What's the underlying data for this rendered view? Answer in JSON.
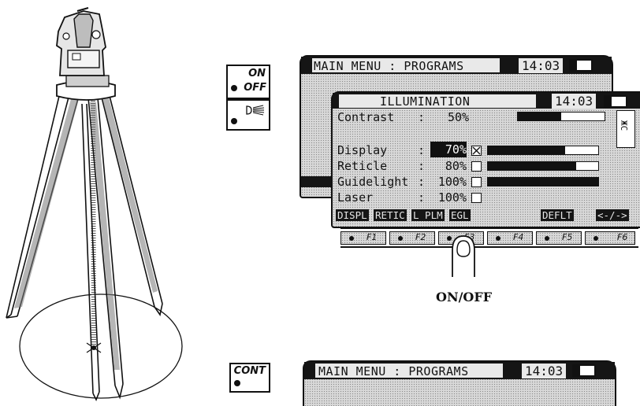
{
  "keys": {
    "on": "ON",
    "off": "OFF",
    "cont": "CONT"
  },
  "back_screen": {
    "title": "MAIN MENU : PROGRAMS",
    "time": "14:03"
  },
  "illumination": {
    "title": "ILLUMINATION",
    "time": "14:03",
    "side_icon": "ЖС",
    "contrast": {
      "label": "Contrast",
      "colon": ":",
      "value": "50%",
      "level": 0.5
    },
    "rows": [
      {
        "label": "Display",
        "colon": ":",
        "value": "70%",
        "checked": true,
        "level": 0.7,
        "highlight": true
      },
      {
        "label": "Reticle",
        "colon": ":",
        "value": "80%",
        "checked": false,
        "level": 0.8
      },
      {
        "label": "Guidelight",
        "colon": ":",
        "value": "100%",
        "checked": false,
        "level": 1.0
      },
      {
        "label": "Laser",
        "colon": ":",
        "value": "100%",
        "checked": false
      }
    ],
    "softkeys": [
      "DISPL",
      "RETIC",
      "L PLM",
      "EGL",
      "DEFLT",
      "<-/->"
    ]
  },
  "function_keys": [
    "F1",
    "F2",
    "F3",
    "F4",
    "F5",
    "F6"
  ],
  "onoff_caption": "ON/OFF",
  "bottom_screen": {
    "title": "MAIN MENU : PROGRAMS",
    "time": "14:03"
  },
  "icons": [
    "tripod-instrument-icon",
    "lamp-icon",
    "finger-icon",
    "battery-icon"
  ]
}
